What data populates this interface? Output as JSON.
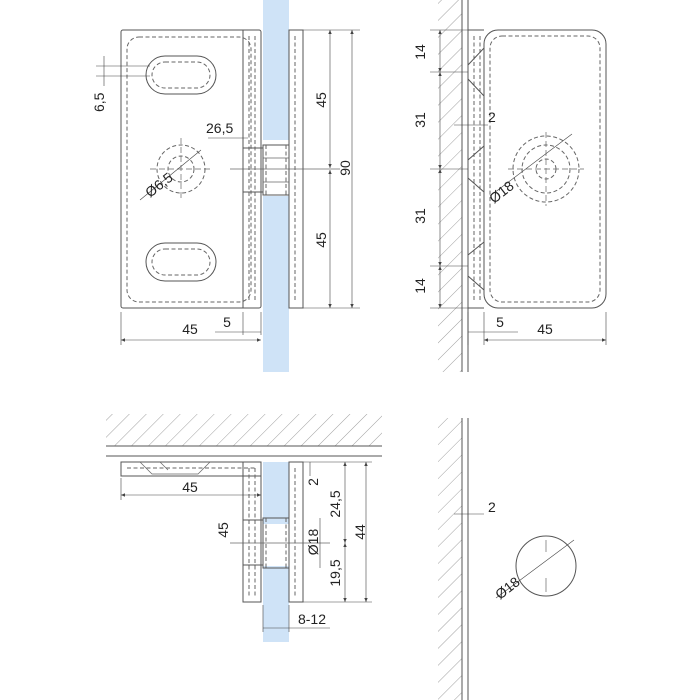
{
  "front_view": {
    "dim_slot": "6,5",
    "dim_top_height": "45",
    "dim_bottom_height": "45",
    "dim_total_height": "90",
    "dim_hole_offset": "26,5",
    "dim_hole_diameter": "Ø6,5",
    "dim_width": "45",
    "dim_gap": "5"
  },
  "side_view": {
    "dim_top_edge": "14",
    "dim_upper_spacing": "31",
    "dim_lower_spacing": "31",
    "dim_bottom_edge": "14",
    "dim_thickness": "2",
    "dim_disc_diameter": "Ø18",
    "dim_gap": "5",
    "dim_width": "45"
  },
  "bottom_left_view": {
    "dim_ceiling_width": "45",
    "dim_height": "45",
    "dim_top_gap": "2",
    "dim_upper": "24,5",
    "dim_lower": "19,5",
    "dim_total": "44",
    "dim_disc_diameter": "Ø18",
    "dim_glass_thickness": "8-12"
  },
  "bottom_right_view": {
    "dim_thickness": "2",
    "dim_disc_diameter": "Ø18"
  }
}
